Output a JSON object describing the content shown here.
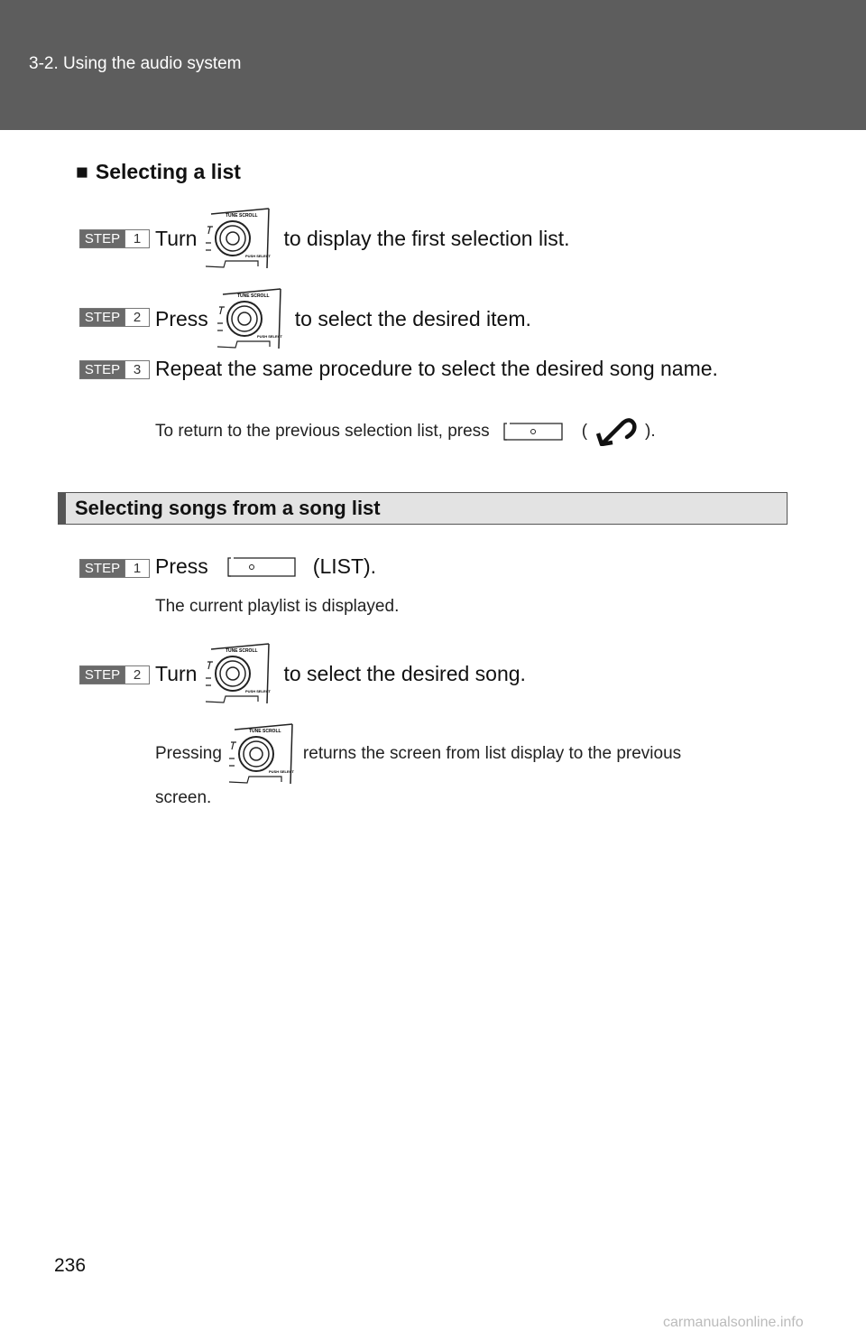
{
  "header": {
    "breadcrumb": "3-2. Using the audio system"
  },
  "section1": {
    "heading": "Selecting a list",
    "bullet": "■",
    "steps": [
      {
        "word": "STEP",
        "num": "1",
        "before": "Turn",
        "after": "to display the first selection list."
      },
      {
        "word": "STEP",
        "num": "2",
        "before": "Press",
        "after": "to select the desired item."
      },
      {
        "word": "STEP",
        "num": "3",
        "text": "Repeat the same procedure to select the desired song name."
      }
    ],
    "note": {
      "before": "To return to the previous selection list, press",
      "paren_open": "(",
      "paren_close": ")."
    }
  },
  "section2": {
    "title": "Selecting songs from a song list",
    "steps": [
      {
        "word": "STEP",
        "num": "1",
        "before": "Press",
        "after": "(LIST).",
        "note": "The current playlist is displayed."
      },
      {
        "word": "STEP",
        "num": "2",
        "before": "Turn",
        "after": "to select the desired song."
      }
    ],
    "note": {
      "before": "Pressing",
      "after": "returns the screen from list display to the previous",
      "line2": "screen."
    }
  },
  "knob_labels": {
    "top": "TUNE SCROLL",
    "bottom": "PUSH SELECT"
  },
  "footer": {
    "page_number": "236",
    "watermark": "carmanualsonline.info"
  }
}
